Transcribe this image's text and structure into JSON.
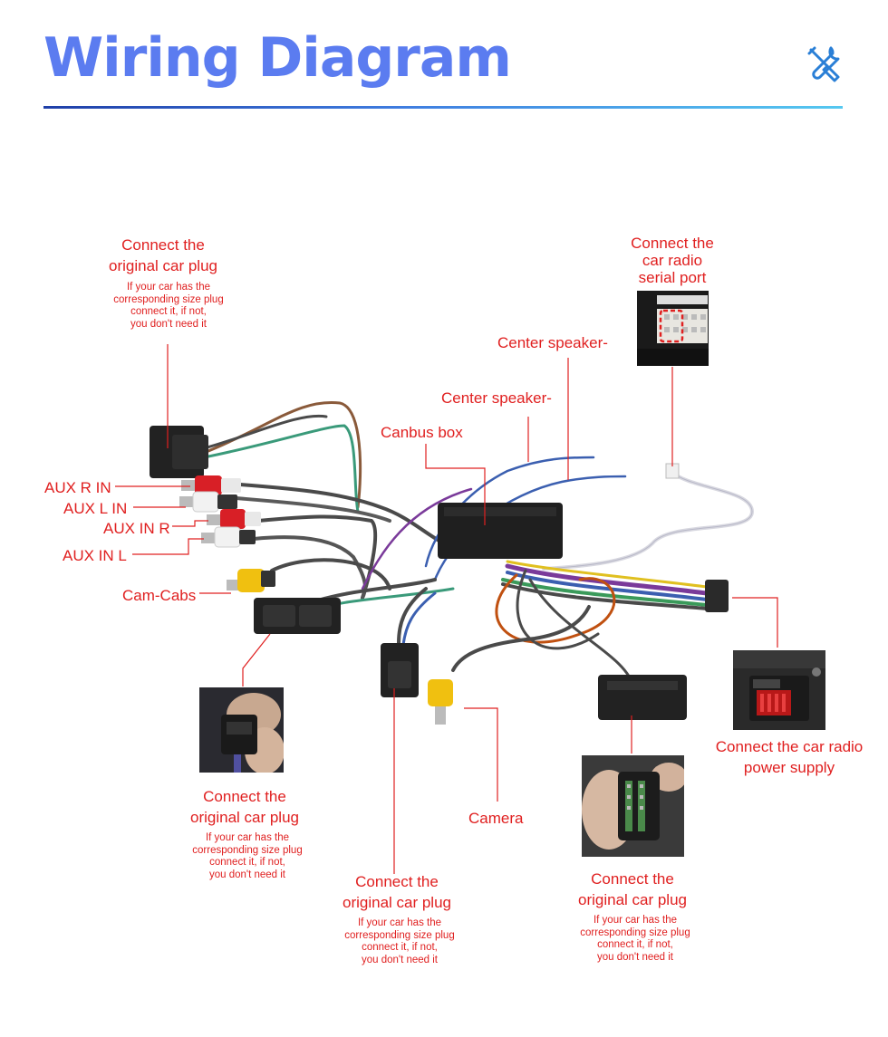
{
  "header": {
    "title": "Wiring Diagram",
    "icon": "tools-icon"
  },
  "colors": {
    "title": "#5b7cf0",
    "label": "#e02020",
    "leader": "#e02020"
  },
  "labels": {
    "top_left_plug": {
      "title_1": "Connect the",
      "title_2": "original car plug",
      "note": "If your car has the\ncorresponding size plug\nconnect it, if not,\nyou don't need it"
    },
    "serial_port": {
      "line_1": "Connect the",
      "line_2": "car radio",
      "line_3": "serial port"
    },
    "center_speaker_1": "Center speaker-",
    "center_speaker_2": "Center speaker-",
    "canbus_box": "Canbus box",
    "aux_r_in": "AUX R IN",
    "aux_l_in": "AUX L IN",
    "aux_in_r": "AUX IN R",
    "aux_in_l": "AUX IN L",
    "cam_cabs": "Cam-Cabs",
    "power_supply": {
      "line_1": "Connect the car radio",
      "line_2": "power supply"
    },
    "bottom_left_plug": {
      "title_1": "Connect the",
      "title_2": "original car plug",
      "note": "If your car has the\ncorresponding size plug\nconnect it, if not,\nyou don't need it"
    },
    "camera": "Camera",
    "bottom_middle_plug": {
      "title_1": "Connect the",
      "title_2": "original car plug",
      "note": "If your car has the\ncorresponding size plug\nconnect it, if not,\nyou don't need it"
    },
    "bottom_right_plug": {
      "title_1": "Connect the",
      "title_2": "original car plug",
      "note": "If your car has the\ncorresponding size plug\nconnect it, if not,\nyou don't need it"
    }
  }
}
